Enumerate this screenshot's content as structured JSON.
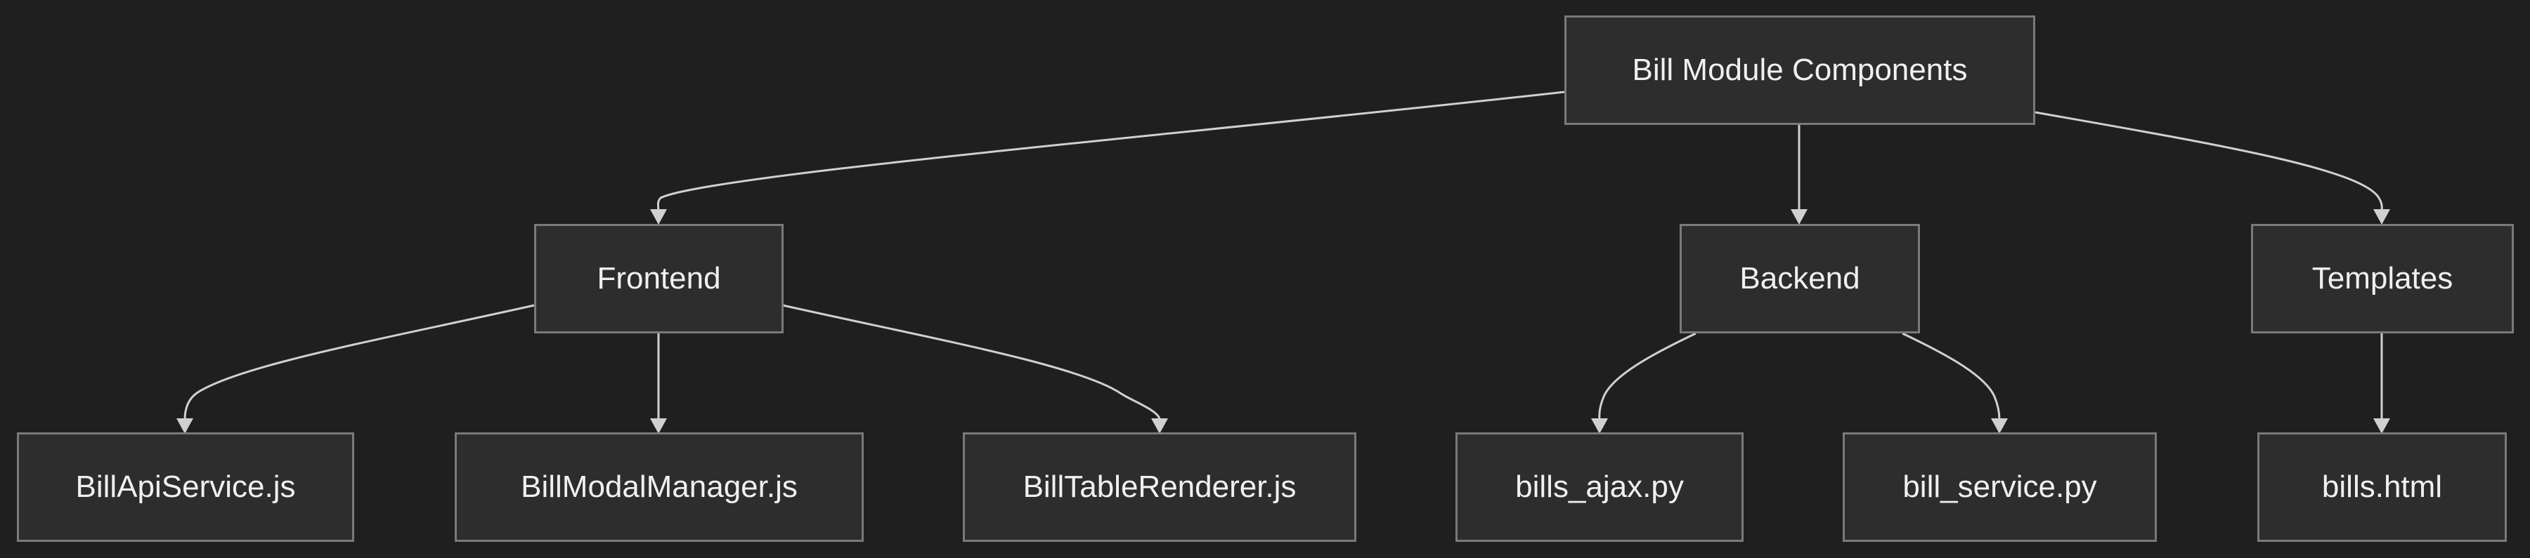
{
  "diagram": {
    "nodes": {
      "root": "Bill Module Components",
      "frontend": "Frontend",
      "backend": "Backend",
      "templates": "Templates",
      "bill_api_service": "BillApiService.js",
      "bill_modal_manager": "BillModalManager.js",
      "bill_table_renderer": "BillTableRenderer.js",
      "bills_ajax": "bills_ajax.py",
      "bill_service": "bill_service.py",
      "bills_html": "bills.html"
    },
    "edges": [
      [
        "root",
        "frontend"
      ],
      [
        "root",
        "backend"
      ],
      [
        "root",
        "templates"
      ],
      [
        "frontend",
        "bill_api_service"
      ],
      [
        "frontend",
        "bill_modal_manager"
      ],
      [
        "frontend",
        "bill_table_renderer"
      ],
      [
        "backend",
        "bills_ajax"
      ],
      [
        "backend",
        "bill_service"
      ],
      [
        "templates",
        "bills_html"
      ]
    ]
  }
}
